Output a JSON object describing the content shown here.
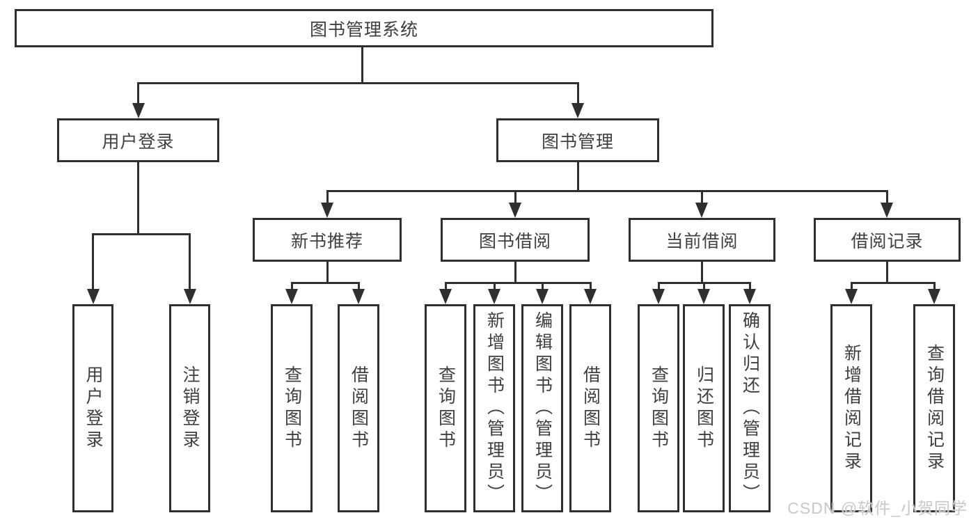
{
  "diagram": {
    "root": "图书管理系统",
    "level2": [
      {
        "label": "用户登录",
        "children": [
          {
            "label": "用户登录"
          },
          {
            "label": "注销登录"
          }
        ]
      },
      {
        "label": "图书管理",
        "children": [
          {
            "label": "新书推荐",
            "children": [
              {
                "label": "查询图书"
              },
              {
                "label": "借阅图书"
              }
            ]
          },
          {
            "label": "图书借阅",
            "children": [
              {
                "label": "查询图书"
              },
              {
                "label": "新增图书（管理员）"
              },
              {
                "label": "编辑图书（管理员）"
              },
              {
                "label": "借阅图书"
              }
            ]
          },
          {
            "label": "当前借阅",
            "children": [
              {
                "label": "查询图书"
              },
              {
                "label": "归还图书"
              },
              {
                "label": "确认归还（管理员）"
              }
            ]
          },
          {
            "label": "借阅记录",
            "children": [
              {
                "label": "新增借阅记录"
              },
              {
                "label": "查询借阅记录"
              }
            ]
          }
        ]
      }
    ]
  },
  "watermark": {
    "text": "CSDN @软件_小贺同学"
  },
  "colors": {
    "line": "#2f2f2f",
    "text": "#3f3f3f",
    "background": "#ffffff",
    "watermark": "#c8c8c8"
  }
}
